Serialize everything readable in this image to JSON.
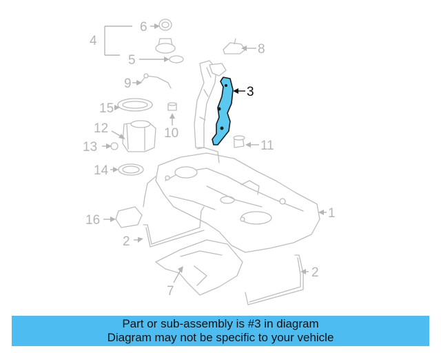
{
  "diagram": {
    "callouts": [
      {
        "id": "1",
        "label": "1"
      },
      {
        "id": "2a",
        "label": "2"
      },
      {
        "id": "2b",
        "label": "2"
      },
      {
        "id": "3",
        "label": "3"
      },
      {
        "id": "4",
        "label": "4"
      },
      {
        "id": "5",
        "label": "5"
      },
      {
        "id": "6",
        "label": "6"
      },
      {
        "id": "7",
        "label": "7"
      },
      {
        "id": "8",
        "label": "8"
      },
      {
        "id": "9",
        "label": "9"
      },
      {
        "id": "10",
        "label": "10"
      },
      {
        "id": "11",
        "label": "11"
      },
      {
        "id": "12",
        "label": "12"
      },
      {
        "id": "13",
        "label": "13"
      },
      {
        "id": "14",
        "label": "14"
      },
      {
        "id": "15",
        "label": "15"
      },
      {
        "id": "16",
        "label": "16"
      }
    ],
    "highlighted_part": "3",
    "highlight_color": "#5bc8f0"
  },
  "banner": {
    "line1": "Part or sub-assembly is #3 in diagram",
    "line2": "Diagram may not be specific to your vehicle",
    "background": "#4dbcf1"
  }
}
